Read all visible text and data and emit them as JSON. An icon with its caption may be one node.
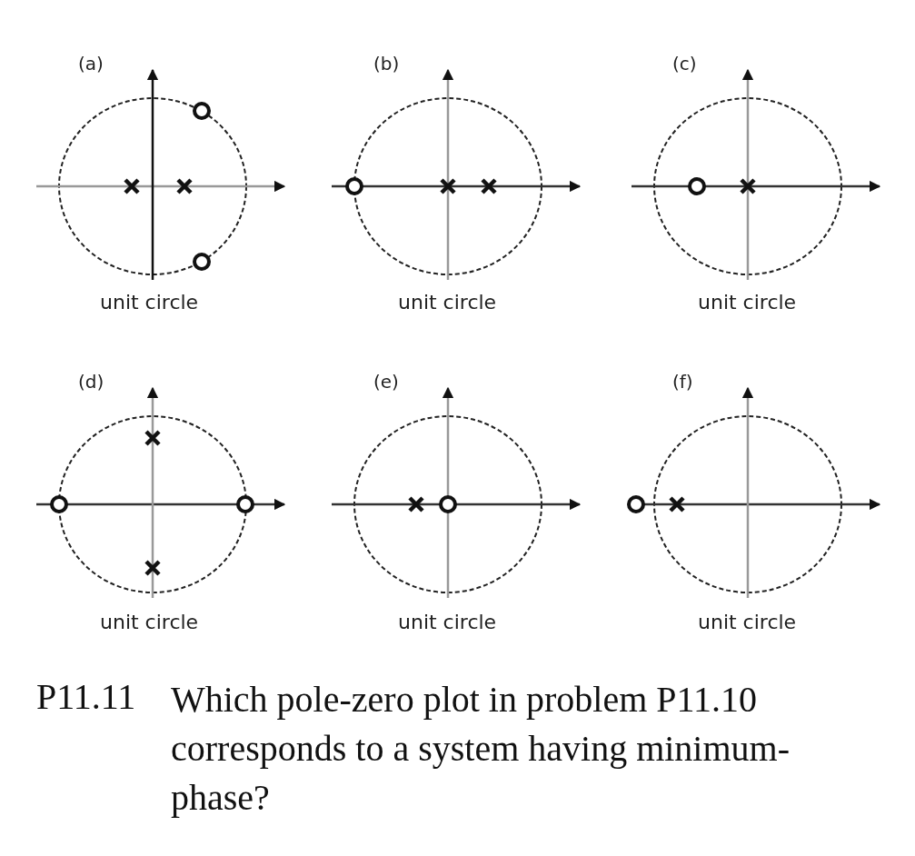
{
  "diagram": {
    "labels": [
      "(a)",
      "(b)",
      "(c)",
      "unit circle",
      "unit circle",
      "unit circle",
      "(d)",
      "(e)",
      "(f)",
      "unit circle",
      "unit circle",
      "unit circle",
      "P11.11",
      "Which pole-zero plot in problem P11.10 corresponds to a system having minimum-phase?"
    ]
  }
}
